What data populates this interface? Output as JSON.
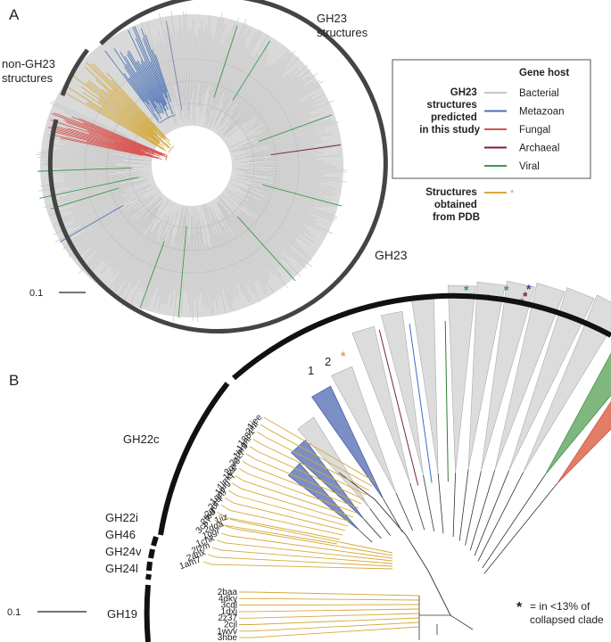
{
  "panel_a": {
    "letter": "A",
    "label_gh23": [
      "GH23",
      "structures"
    ],
    "label_non_gh23": [
      "non-GH23",
      "structures"
    ],
    "scale_value": "0.1"
  },
  "legend": {
    "title": "Gene host",
    "predicted_label": [
      "GH23",
      "structures",
      "predicted",
      "in this study"
    ],
    "items": [
      {
        "label": "Bacterial",
        "color": "#c8c8c8"
      },
      {
        "label": "Metazoan",
        "color": "#4a72b8"
      },
      {
        "label": "Fungal",
        "color": "#d9534f"
      },
      {
        "label": "Archaeal",
        "color": "#7a1f45"
      },
      {
        "label": "Viral",
        "color": "#3a9a4a"
      }
    ],
    "pdb_label": [
      "Structures",
      "obtained",
      "from PDB"
    ],
    "pdb_color": "#d4a93a",
    "pdb_marker": "*"
  },
  "panel_b": {
    "letter": "B",
    "families": {
      "gh23": "GH23",
      "gh22c": "GH22c",
      "gh22i": "GH22i",
      "gh46": "GH46",
      "gh24v": "GH24v",
      "gh24l": "GH24l",
      "gh19": "GH19"
    },
    "clade_numbers": [
      "1",
      "2"
    ],
    "scale_value": "0.1",
    "footnote_star": "*",
    "footnote_text": [
      "= in <13% of",
      "collapsed clade"
    ],
    "pdb_ids_gh22c": [
      "1jee",
      "2ihl",
      "1381",
      "1ghl",
      "1hhl",
      "2z2f",
      "2gv0",
      "1lzs",
      "1lmq",
      "1jug",
      "1qqy",
      "2eql",
      "2goi",
      "2fbd",
      "3cb7"
    ],
    "pdb_ids_mid": [
      "1iiz",
      "2dqa",
      "1qgi",
      "1chk",
      "2lzm",
      "2anx",
      "1am7"
    ],
    "pdb_ids_gh19": [
      "2baa",
      "4dky",
      "3cql",
      "1dxj",
      "2z37",
      "2cjl",
      "1wvv",
      "3hbe"
    ]
  }
}
